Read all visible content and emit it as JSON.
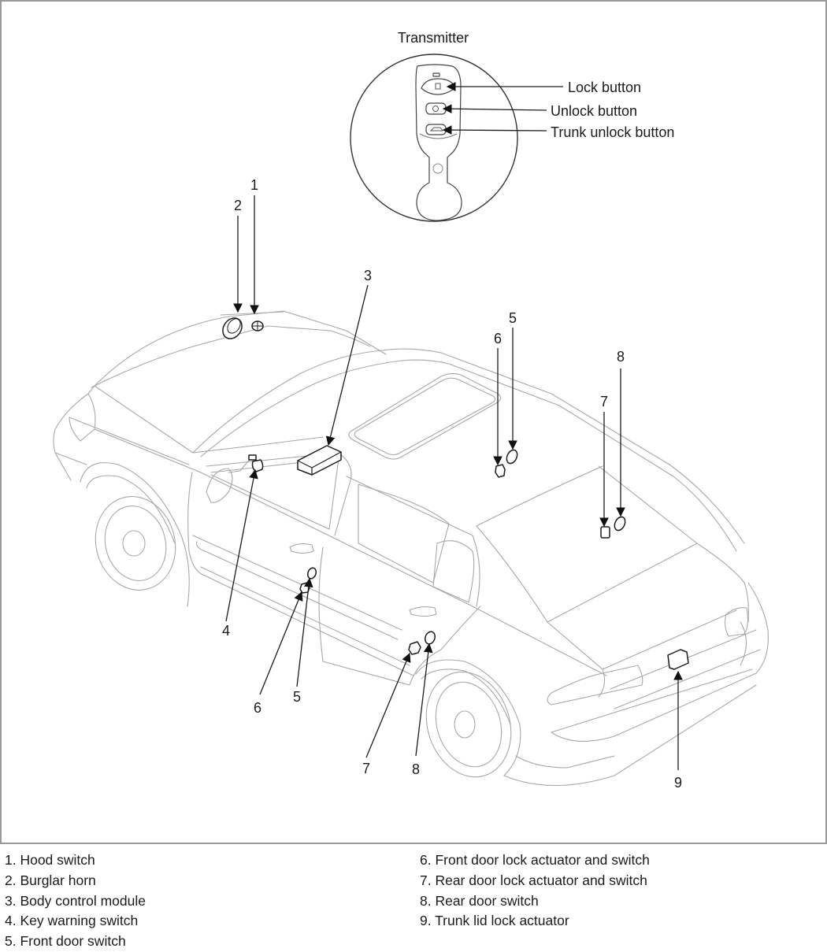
{
  "diagram": {
    "type": "component-location-diagram",
    "subject": "Sedan body electrical — burglar alarm / keyless entry components",
    "inset": {
      "title": "Transmitter",
      "buttons": [
        {
          "label": "Lock button",
          "icon": "padlock-closed-icon"
        },
        {
          "label": "Unlock button",
          "icon": "padlock-open-icon"
        },
        {
          "label": "Trunk unlock button",
          "icon": "trunk-car-icon"
        }
      ]
    },
    "callouts": [
      {
        "num": "1",
        "part": "Hood switch"
      },
      {
        "num": "2",
        "part": "Burglar horn"
      },
      {
        "num": "3",
        "part": "Body control module"
      },
      {
        "num": "4",
        "part": "Key warning switch"
      },
      {
        "num": "5",
        "part": "Front door switch",
        "occurrences": 2
      },
      {
        "num": "6",
        "part": "Front door lock actuator and switch",
        "occurrences": 2
      },
      {
        "num": "7",
        "part": "Rear door lock actuator and switch",
        "occurrences": 2
      },
      {
        "num": "8",
        "part": "Rear door switch",
        "occurrences": 2
      },
      {
        "num": "9",
        "part": "Trunk lid lock actuator"
      }
    ],
    "labels": {
      "n1": "1",
      "n2": "2",
      "n3": "3",
      "n4": "4",
      "n5a": "5",
      "n5b": "5",
      "n6a": "6",
      "n6b": "6",
      "n7a": "7",
      "n7b": "7",
      "n8a": "8",
      "n8b": "8",
      "n9": "9"
    }
  },
  "legend": {
    "left": [
      "1. Hood switch",
      "2. Burglar horn",
      "3. Body control module",
      "4. Key warning switch",
      "5. Front door switch"
    ],
    "right": [
      "6. Front door lock actuator and switch",
      "7. Rear door lock actuator and switch",
      "8. Rear door switch",
      "9. Trunk lid lock actuator"
    ]
  },
  "colors": {
    "frame_border": "#9a9a9a",
    "car_outline": "#a8a8a8",
    "part_outline": "#1c1c1c",
    "text": "#1a1a1a"
  }
}
